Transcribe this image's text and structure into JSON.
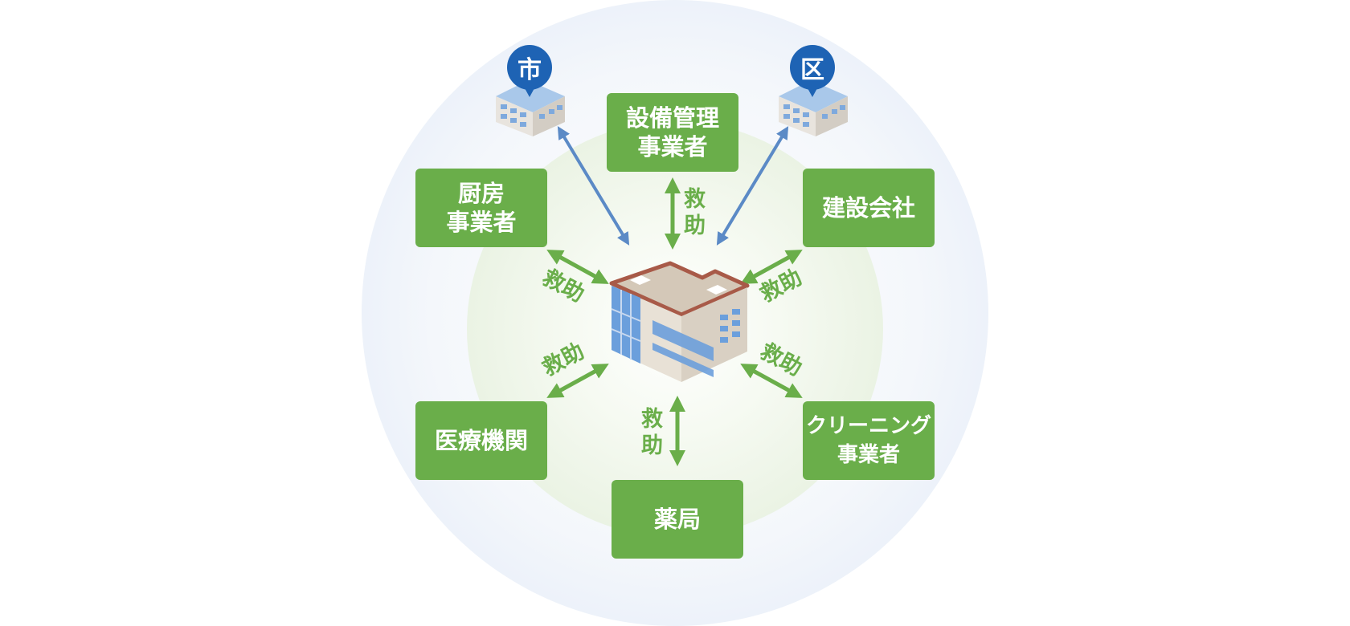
{
  "nodes": {
    "setsubi": "設備管理\n事業者",
    "chubo": "厨房\n事業者",
    "kensetsu": "建設会社",
    "iryo": "医療機関",
    "cleaning": "クリーニング\n事業者",
    "yakkyoku": "薬局"
  },
  "rescue_label": "救助",
  "rescue_label_vertical": "救\n助",
  "government": {
    "city": "市",
    "ward": "区"
  },
  "colors": {
    "green": "#6aae4a",
    "blue_arrow": "#5b8ac6",
    "pin": "#1e63b4"
  }
}
